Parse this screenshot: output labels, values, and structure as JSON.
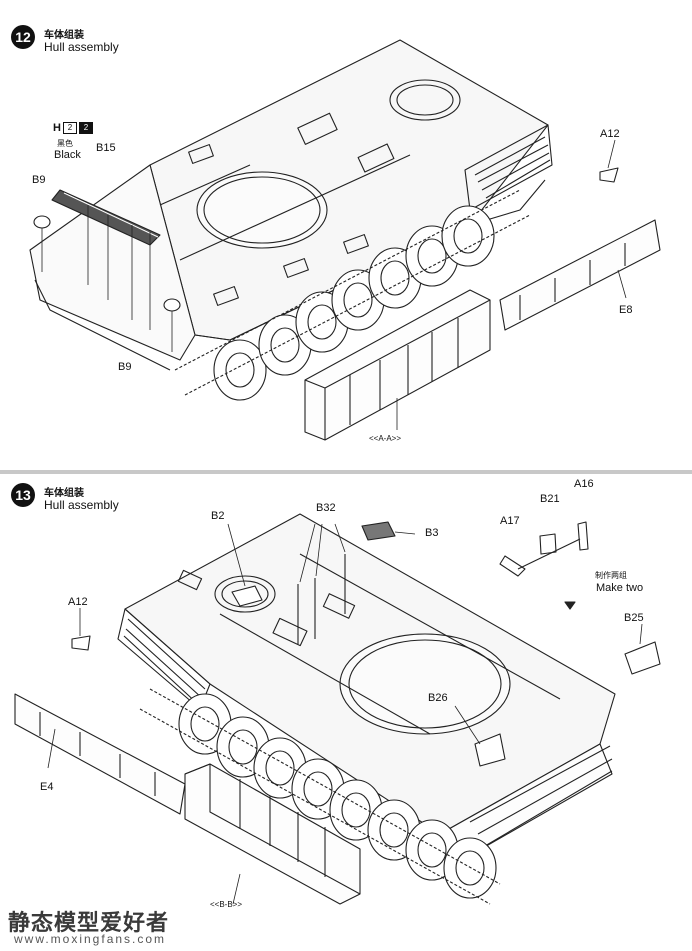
{
  "step12": {
    "number": "12",
    "title_cn": "车体组装",
    "title_en": "Hull assembly",
    "paint": {
      "letter": "H",
      "code_light": "2",
      "code_dark": "2",
      "color_cn": "黑色",
      "color_en": "Black"
    },
    "parts": {
      "b15": "B15",
      "b9_top": "B9",
      "b9_bottom": "B9",
      "a12": "A12",
      "e8": "E8"
    },
    "view_label": "<<A-A>>"
  },
  "step13": {
    "number": "13",
    "title_cn": "车体组装",
    "title_en": "Hull assembly",
    "parts": {
      "b2": "B2",
      "b32": "B32",
      "b3": "B3",
      "b21": "B21",
      "a16": "A16",
      "a17": "A17",
      "a12": "A12",
      "b25": "B25",
      "b26": "B26",
      "e4": "E4"
    },
    "make_two_cn": "制作两组",
    "make_two_en": "Make two",
    "view_label": "<<B-B>>"
  },
  "watermark": {
    "text_cn": "静态模型爱好者",
    "url": "www.moxingfans.com"
  },
  "colors": {
    "line": "#222222",
    "paper": "#ffffff",
    "divider": "#c8c8c8"
  }
}
